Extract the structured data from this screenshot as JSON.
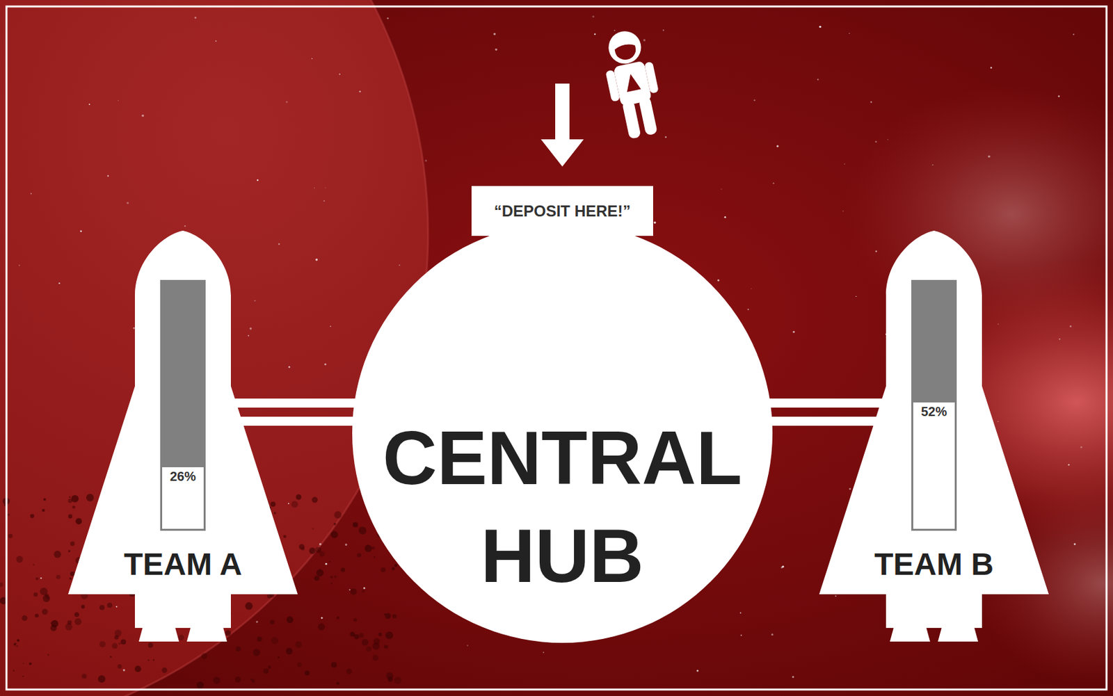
{
  "diagram": {
    "nodes": [
      {
        "text": [
          "“DEPOSIT HERE!”"
        ]
      },
      {
        "text": [
          "TEAM A"
        ]
      },
      {
        "text": [
          "26%"
        ],
        "in": 1
      },
      {
        "text": [
          "CENTRAL HUB"
        ]
      },
      {
        "text": [
          "TEAM B"
        ]
      },
      {
        "text": [
          "52%"
        ],
        "in": 4
      }
    ],
    "edges": [
      {
        "from": 1,
        "to": 3,
        "arrow": "none"
      },
      {
        "from": 3,
        "to": 4,
        "arrow": "none"
      }
    ]
  }
}
